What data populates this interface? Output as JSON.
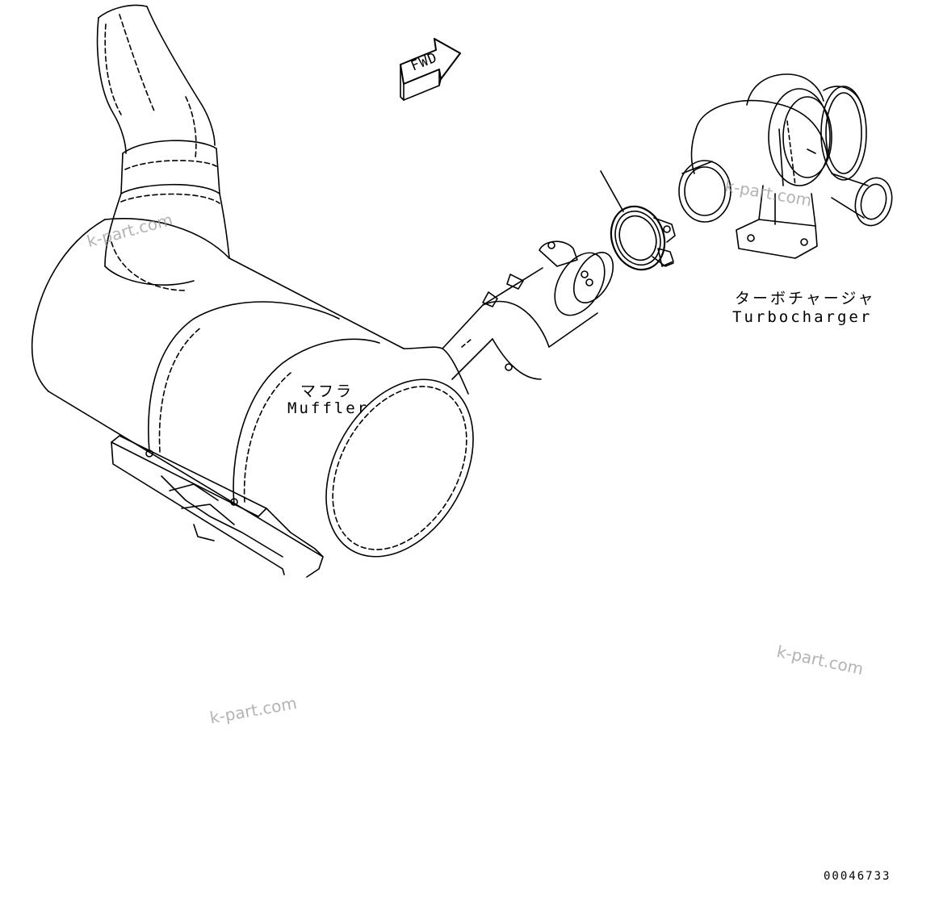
{
  "direction_marker": "FWD",
  "parts": {
    "muffler": {
      "label_ja": "マフラ",
      "label_en": "Muffler"
    },
    "turbocharger": {
      "label_ja": "ターボチャージャ",
      "label_en": "Turbocharger"
    }
  },
  "watermarks": [
    "k-part.com",
    "k-part.com",
    "k-part.com",
    "k-part.com"
  ],
  "figure_number": "00046733",
  "colors": {
    "line": "#000000",
    "watermark": "#9a9a9a",
    "background": "#ffffff"
  }
}
